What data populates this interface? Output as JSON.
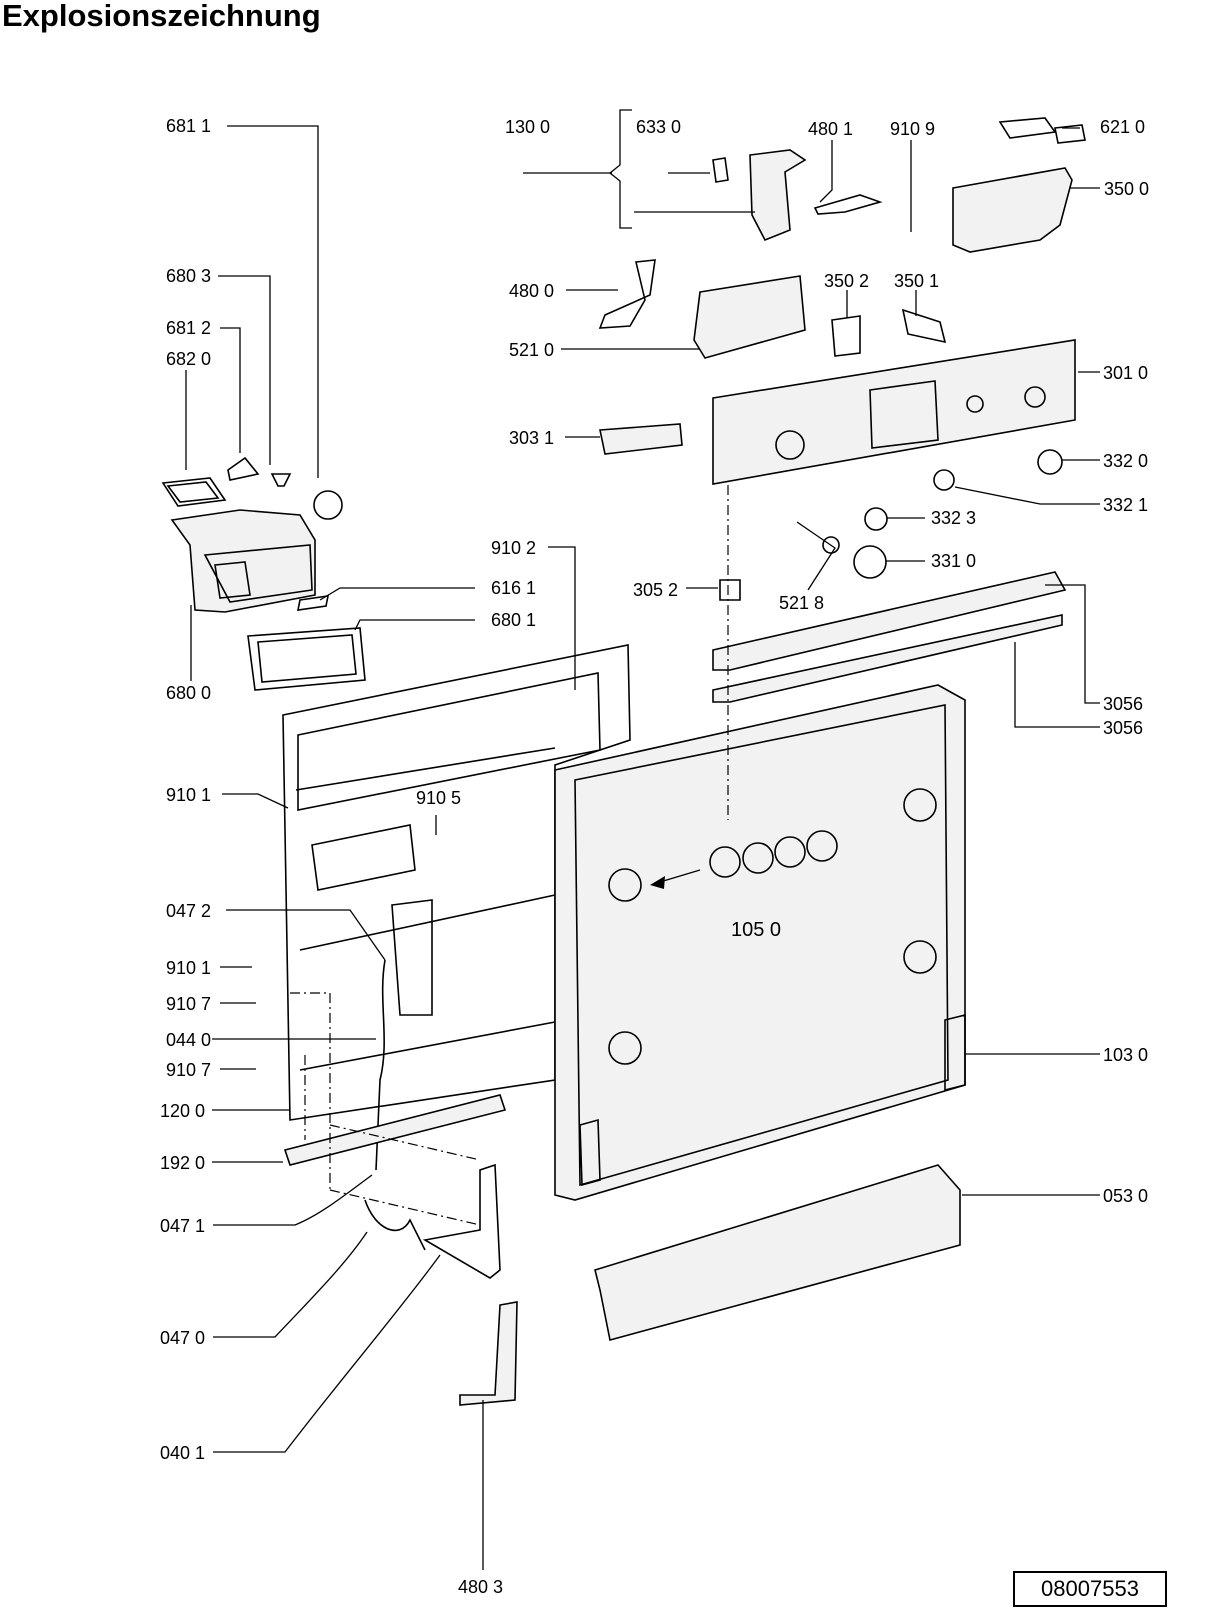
{
  "title": "Explosionszeichnung",
  "drawing_number": "08007553",
  "part_labels": {
    "p6811": "681 1",
    "p6803": "680 3",
    "p6812": "681 2",
    "p6820": "682 0",
    "p6800": "680 0",
    "p6161": "616 1",
    "p6801": "680 1",
    "p1300": "130 0",
    "p6330": "633 0",
    "p4801": "480 1",
    "p9109": "910 9",
    "p6210": "621 0",
    "p3500": "350 0",
    "p4800": "480 0",
    "p5210": "521 0",
    "p3502": "350 2",
    "p3501": "350 1",
    "p3010": "301 0",
    "p3031": "303 1",
    "p3320": "332 0",
    "p3321": "332 1",
    "p3323": "332 3",
    "p3310": "331 0",
    "p5218": "521 8",
    "p3052": "305 2",
    "p9102": "910 2",
    "p3056a": "3056",
    "p3056b": "3056",
    "p9101a": "910 1",
    "p9105": "910 5",
    "p0472": "047 2",
    "p9101b": "910 1",
    "p9107a": "910 7",
    "p0440": "044 0",
    "p9107b": "910 7",
    "p1200": "120 0",
    "p1920": "192 0",
    "p0471": "047 1",
    "p0470": "047 0",
    "p0401": "040 1",
    "p4803": "480 3",
    "p1050": "105 0",
    "p1030": "103 0",
    "p0530": "053 0"
  }
}
